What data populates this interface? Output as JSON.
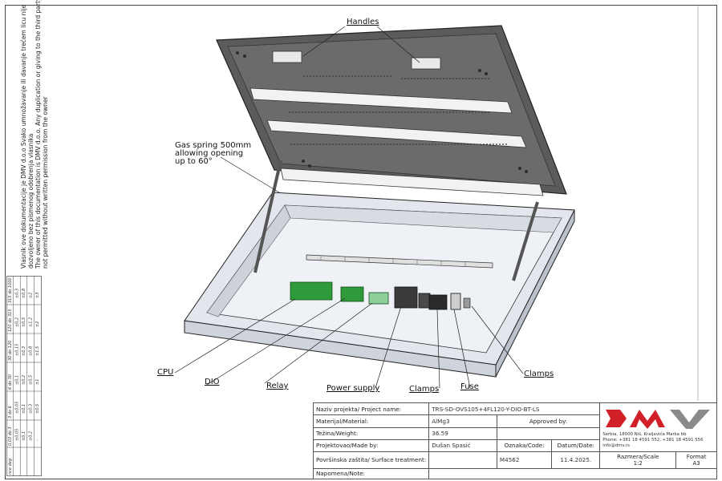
{
  "callouts": {
    "handles": "Handles",
    "gas_spring": [
      "Gas spring 500mm",
      "allowing opening",
      "up to 60°"
    ],
    "cpu": "CPU",
    "dio": "DIO",
    "relay": "Relay",
    "power_supply": "Power supply",
    "clamps_left": "Clamps",
    "fuse": "Fuse",
    "clamps_right": "Clamps"
  },
  "copyright_note": [
    "Vlasnik ove dokumentacije je DMV d.o.o Svako umnožavanje ili davanje trećem licu nije",
    "dozvoljeno bez pismenog odobrenja vlasnika",
    "The owner of this documentation is DMV d.o.o. Any duplication or giving to the third party is",
    "not permitted without written permission from the owner"
  ],
  "tolerance_table": {
    "headers": [
      "nce deg",
      "0,03 do 3",
      "3 do 6",
      "6 do 30",
      "30 do 120",
      "120 do 315",
      "315 do 1000"
    ],
    "rows": [
      [
        "",
        "±0,05",
        "±0,05",
        "±0,1",
        "±0,15",
        "±0,2",
        "±0,3"
      ],
      [
        "",
        "±0,1",
        "±0,1",
        "±0,2",
        "±0,3",
        "±0,5",
        "±0,8"
      ],
      [
        "",
        "±0,2",
        "±0,3",
        "±0,5",
        "±0,8",
        "±1,2",
        "±2"
      ],
      [
        "",
        "-",
        "±0,5",
        "±1",
        "±1,5",
        "±2",
        "±3"
      ]
    ]
  },
  "title_block": {
    "project_label": "Naziv projekta/ Project name:",
    "project_value": "TRS-SD-OVS105+4FL120-Y-DIO-BT-LS",
    "material_label": "Materijal/Material:",
    "material_value": "AlMg3",
    "approved_label": "Approved by:",
    "weight_label": "Težina/Weight:",
    "weight_value": "36.59",
    "made_label": "Projektovao/Made by:",
    "made_value": "Dušan Spasić",
    "code_label": "Oznaka/Code:",
    "date_label": "Datum/Date:",
    "surface_label": "Površinska zaštita/ Surface treatment:",
    "code_value": "M4562",
    "date_value": "11.4.2025.",
    "scale_label": "Razmera/Scale",
    "scale_value": "1:2",
    "format_label": "Format",
    "format_value": "A3",
    "note_label": "Napomena/Note:"
  },
  "company": {
    "logo_text": "DMV",
    "address": "Serbia, 18000 Niš, Kraljevića Marka bb",
    "phone": "Phone: +381 18 4591 552, +381 18 4591 556",
    "email": "info@dmv.rs"
  },
  "colors": {
    "logo_red": "#d12027",
    "logo_gray": "#8a8a8a",
    "pcb_green": "#2e9a3a"
  }
}
